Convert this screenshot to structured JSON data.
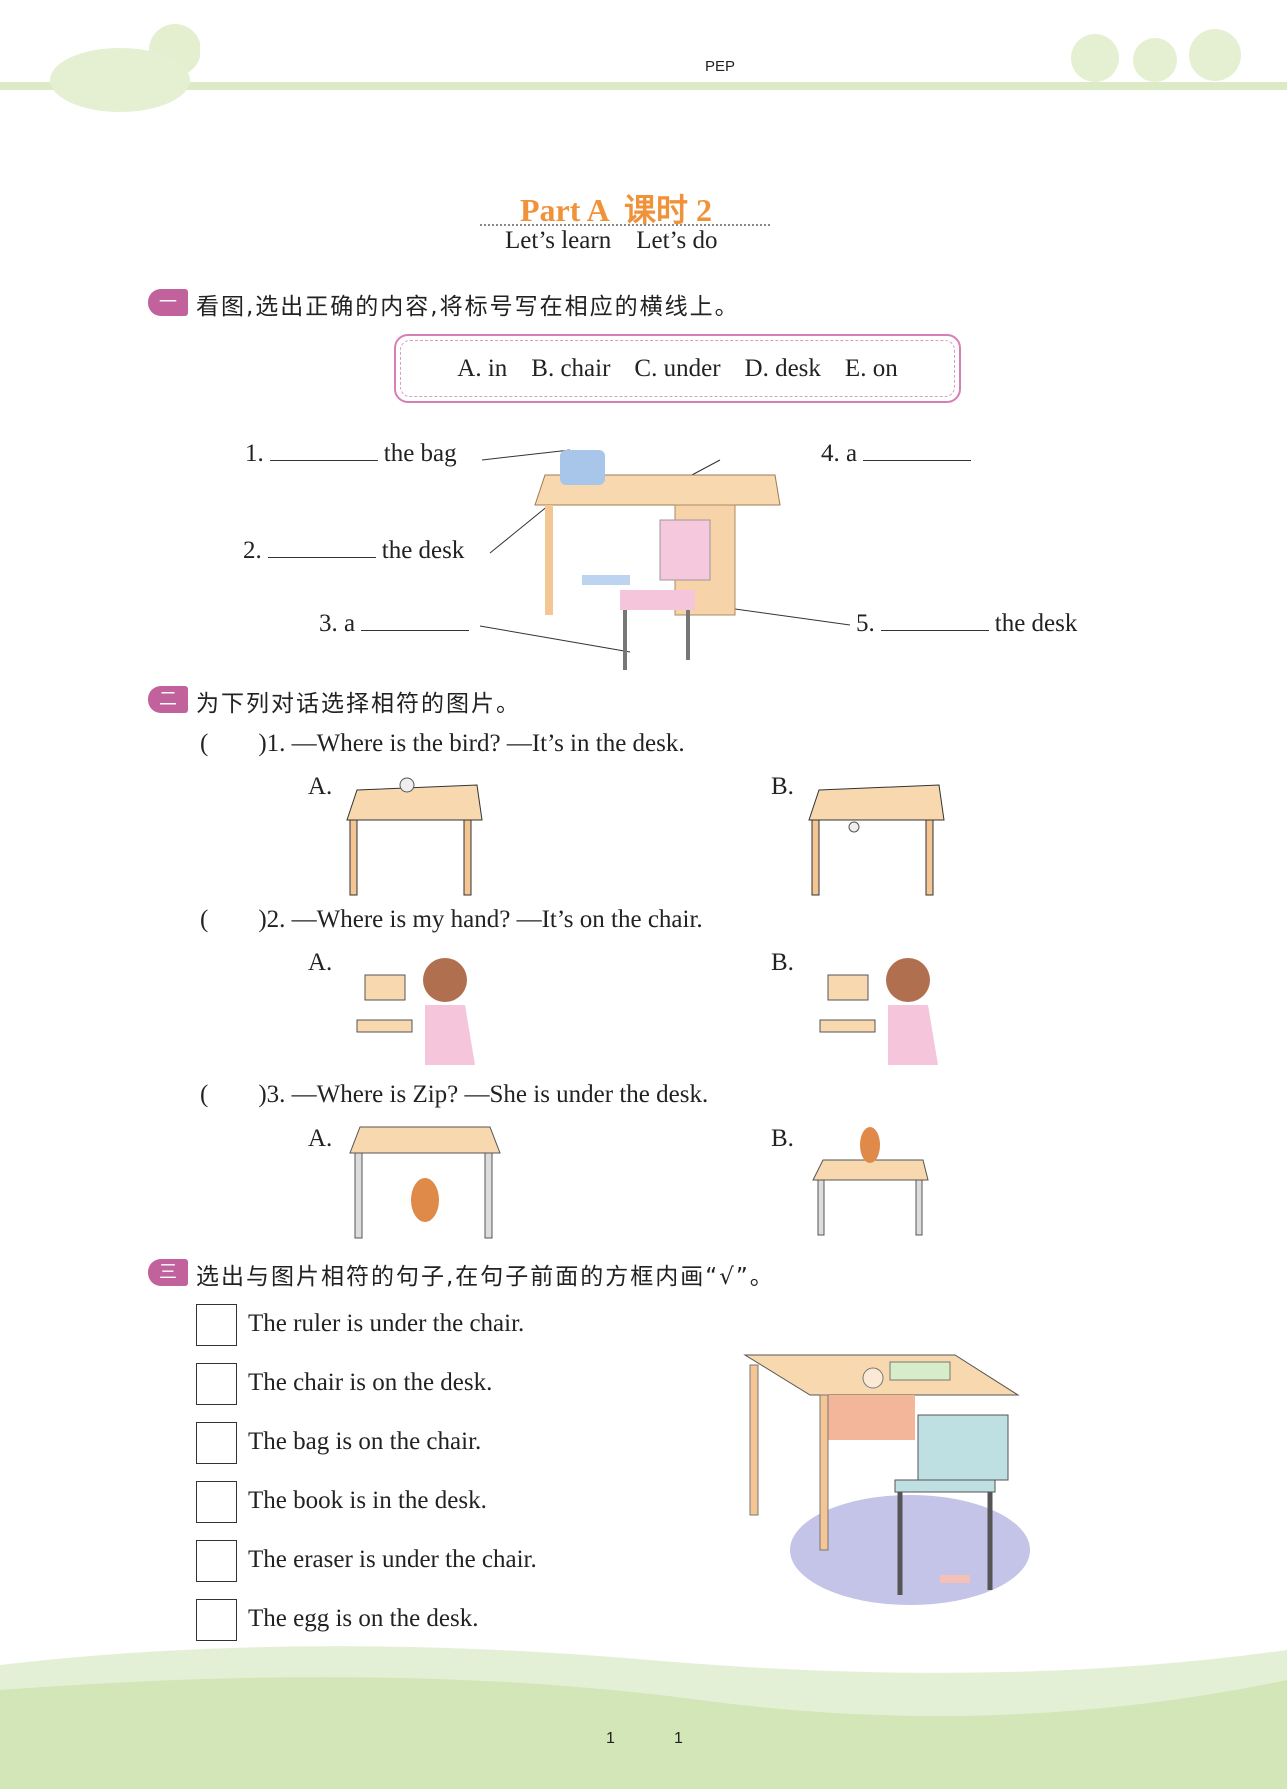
{
  "header": {
    "series": "PEP",
    "title": "Part A  课时 2",
    "subtitle": "Let’s learn    Let’s do"
  },
  "section1": {
    "number": "一",
    "instruction": "看图,选出正确的内容,将标号写在相应的横线上。",
    "options": [
      "A. in",
      "B. chair",
      "C. under",
      "D. desk",
      "E. on"
    ],
    "items": [
      {
        "num": "1.",
        "text": "the bag"
      },
      {
        "num": "2.",
        "text": "the desk"
      },
      {
        "num": "3. a",
        "text": ""
      },
      {
        "num": "4. a",
        "text": ""
      },
      {
        "num": "5.",
        "text": "the desk"
      }
    ]
  },
  "section2": {
    "number": "二",
    "instruction": "为下列对话选择相符的图片。",
    "questions": [
      {
        "paren": "(        )",
        "text": "1. —Where is the bird? —It’s in the desk.",
        "a": "A.",
        "b": "B."
      },
      {
        "paren": "(        )",
        "text": "2. —Where is my hand? —It’s on the chair.",
        "a": "A.",
        "b": "B."
      },
      {
        "paren": "(        )",
        "text": "3. —Where is Zip? —She is under the desk.",
        "a": "A.",
        "b": "B."
      }
    ]
  },
  "section3": {
    "number": "三",
    "instruction": "选出与图片相符的句子,在句子前面的方框内画“√”。",
    "sentences": [
      "The ruler is under the chair.",
      "The chair is on the desk.",
      "The bag is on the chair.",
      "The book is in the desk.",
      "The eraser is under the chair.",
      "The egg is on the desk."
    ]
  },
  "footer": {
    "page_left": "1",
    "page_right": "1"
  },
  "colors": {
    "accent": "#f0923a",
    "badge": "#c1629c",
    "green": "#d4e8b8"
  }
}
